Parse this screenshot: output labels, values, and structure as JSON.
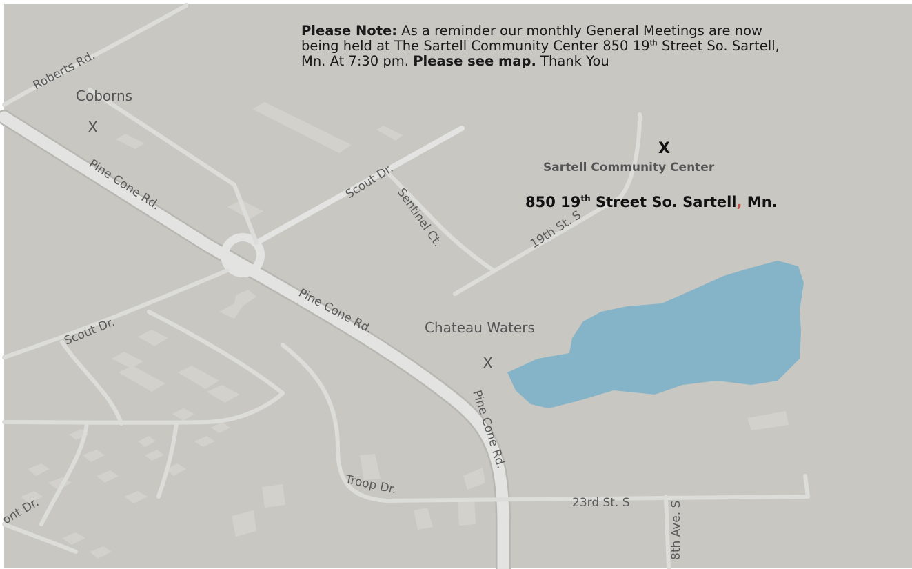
{
  "notice": {
    "lead": "Please Note:",
    "text_1": " As a reminder our monthly General Meetings are now being held  at The Sartell Community Center 850 19",
    "sup": "th",
    "text_2": " Street So. Sartell, Mn. At 7:30 pm. ",
    "emphasis": "Please see map.",
    "closing": "  Thank You"
  },
  "places": {
    "coborns": "Coborns",
    "chateau_waters": "Chateau Waters",
    "community_center": "Sartell Community Center",
    "address_main": "850 19",
    "address_sup": "th",
    "address_rest": " Street So. Sartell",
    "address_comma": ",",
    "address_state": " Mn."
  },
  "markers": {
    "symbol": "X"
  },
  "roads": {
    "roberts": "Roberts Rd.",
    "pine_cone_1": "Pine Cone Rd.",
    "pine_cone_2": "Pine Cone Rd.",
    "pine_cone_3": "Pine Cone Rd.",
    "scout_1": "Scout Dr.",
    "scout_2": "Scout Dr.",
    "sentinel": "Sentinel Ct.",
    "nineteenth": "19th St. S",
    "troop": "Troop Dr.",
    "twentythird": "23rd St. S",
    "eighth_ave": "8th Ave. S",
    "front": "ont Dr."
  },
  "colors": {
    "land": "#c8c7c2",
    "water": "#85b3c7",
    "road": "#e3e3e1",
    "building": "#d2d1cc"
  }
}
